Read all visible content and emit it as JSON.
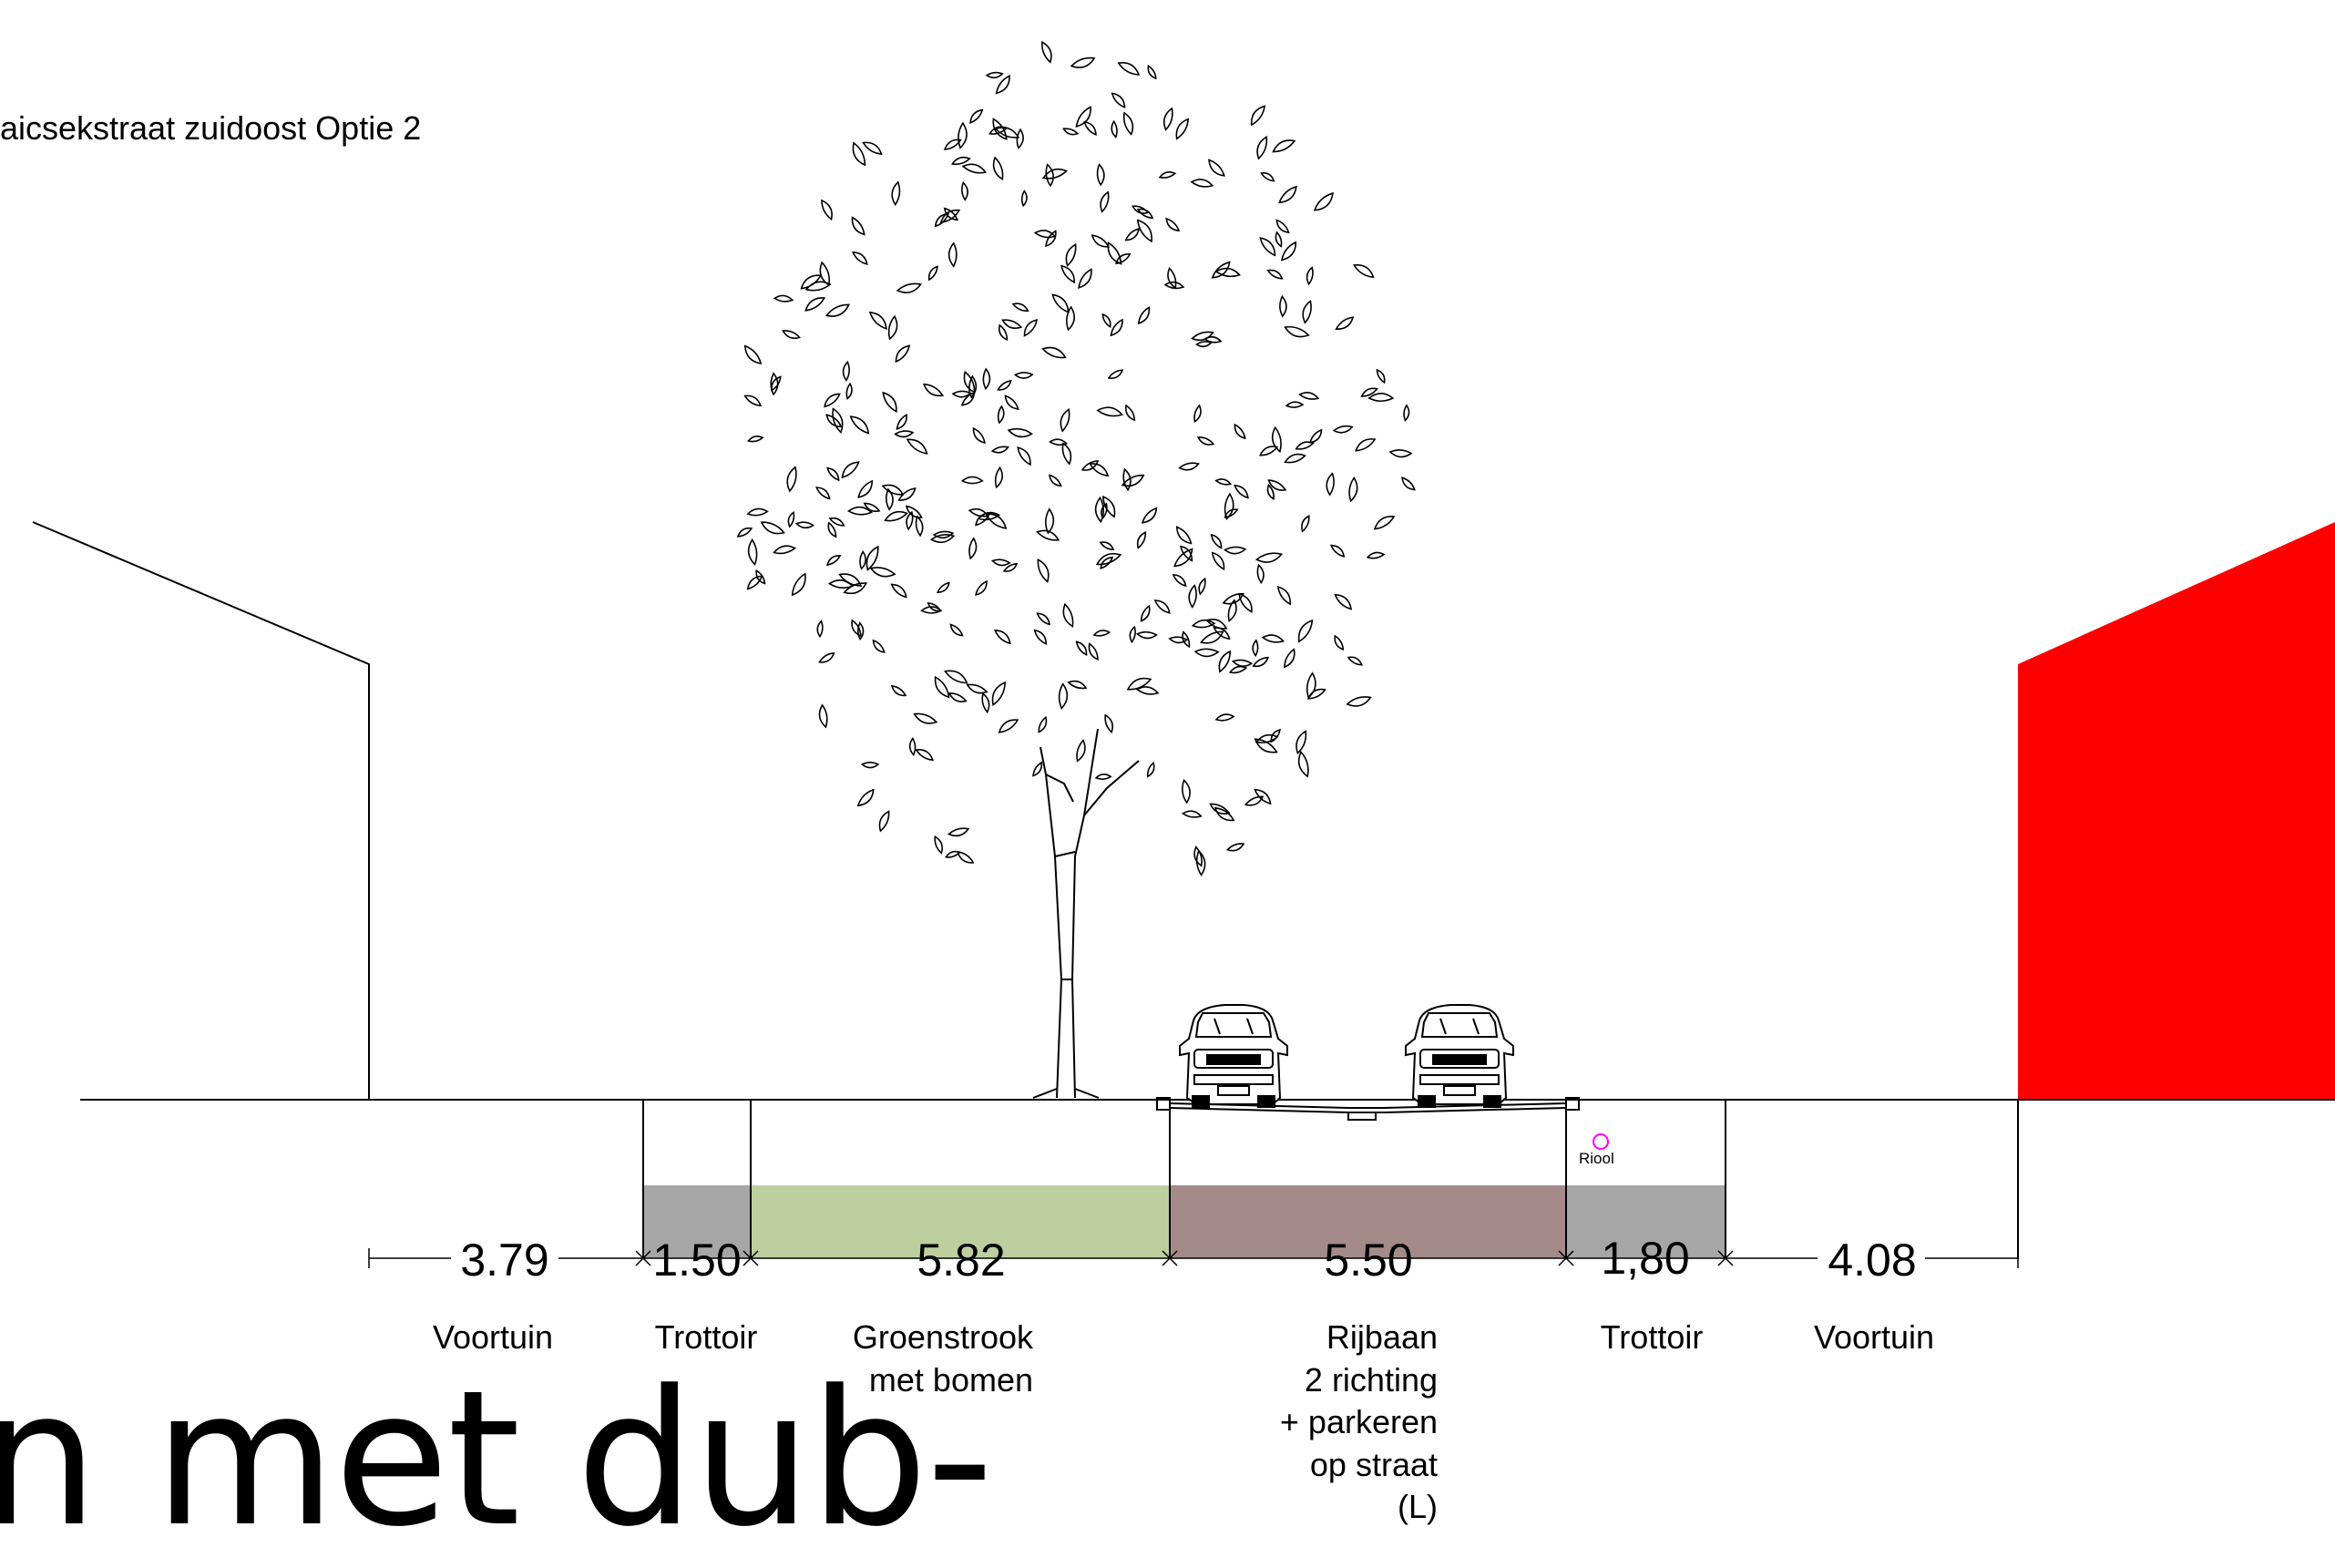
{
  "title": "aicsekstraat zuidoost Optie 2",
  "big_heading": "n met dub-",
  "riool_label": "Riool",
  "colors": {
    "trottoir": "#a6a6a6",
    "groenstrook": "#bdcf9e",
    "rijbaan": "#a58a8a",
    "building_right": "#ff0000",
    "riool_marker": "#ff00ff",
    "lines": "#000000"
  },
  "segments": [
    {
      "value": "3.79",
      "label_lines": [
        "Voortuin"
      ]
    },
    {
      "value": "1.50",
      "label_lines": [
        "Trottoir"
      ]
    },
    {
      "value": "5.82",
      "label_lines": [
        "Groenstrook",
        "met bomen"
      ]
    },
    {
      "value": "5.50",
      "label_lines": [
        "Rijbaan",
        "2 richting",
        "+ parkeren",
        "op straat",
        "(L)"
      ]
    },
    {
      "value": "1,80",
      "label_lines": [
        "Trottoir"
      ]
    },
    {
      "value": "4.08",
      "label_lines": [
        "Voortuin"
      ]
    }
  ],
  "icons": [
    "tree-icon",
    "car-icon",
    "car-icon",
    "building-outline-left",
    "building-red-right"
  ]
}
